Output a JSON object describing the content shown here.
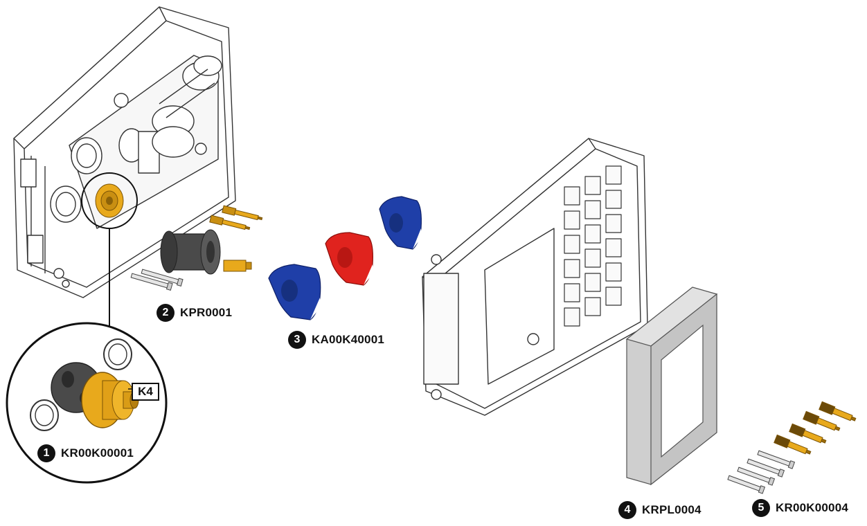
{
  "callouts": [
    {
      "num": "1",
      "code": "KR00K00001"
    },
    {
      "num": "2",
      "code": "KPR0001"
    },
    {
      "num": "3",
      "code": "KA00K40001"
    },
    {
      "num": "4",
      "code": "KRPL0004"
    },
    {
      "num": "5",
      "code": "KR00K00004"
    }
  ],
  "detail_label": "K4",
  "colors": {
    "outline": "#333333",
    "brass": "#e8a91c",
    "brass_dark": "#9c6d0a",
    "knob_blue": "#1f3fa8",
    "knob_red": "#e0231e",
    "cap_dark": "#4a4a4a",
    "plate_gray": "#cfcfcf",
    "badge": "#111111"
  }
}
